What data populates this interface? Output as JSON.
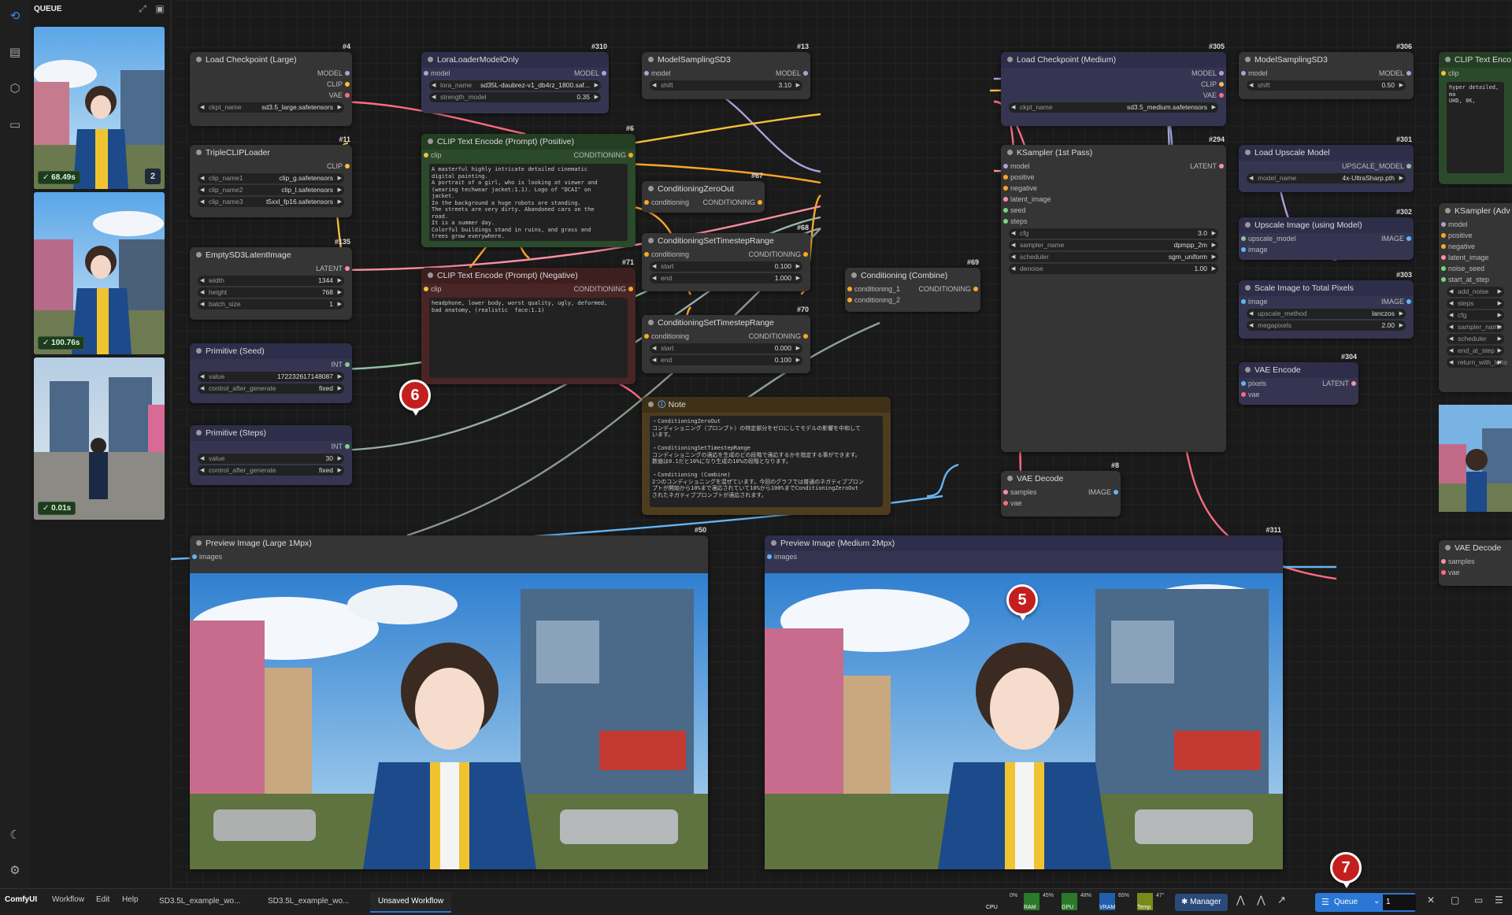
{
  "app": {
    "name": "ComfyUI"
  },
  "menu": [
    "Workflow",
    "Edit",
    "Help"
  ],
  "tabs": [
    "SD3.5L_example_wo...",
    "SD3.5L_example_wo...",
    "Unsaved Workflow"
  ],
  "queue_panel": {
    "title": "QUEUE",
    "items": [
      {
        "time": "68.49s",
        "count": "2"
      },
      {
        "time": "100.76s"
      },
      {
        "time": "0.01s"
      }
    ]
  },
  "nodes": {
    "n4": {
      "id": "#4",
      "title": "Load Checkpoint (Large)",
      "outputs": [
        "MODEL",
        "CLIP",
        "VAE"
      ],
      "widgets": [
        {
          "label": "ckpt_name",
          "value": "sd3.5_large.safetensors"
        }
      ]
    },
    "n310": {
      "id": "#310",
      "title": "LoraLoaderModelOnly",
      "inputs": [
        "model"
      ],
      "outputs": [
        "MODEL"
      ],
      "widgets": [
        {
          "label": "lora_name",
          "value": "sd35L-daubrez-v1_db4rz_1800.saf..."
        },
        {
          "label": "strength_model",
          "value": "0.35"
        }
      ]
    },
    "n13": {
      "id": "#13",
      "title": "ModelSamplingSD3",
      "inputs": [
        "model"
      ],
      "outputs": [
        "MODEL"
      ],
      "widgets": [
        {
          "label": "shift",
          "value": "3.10"
        }
      ]
    },
    "n11": {
      "id": "#11",
      "title": "TripleCLIPLoader",
      "outputs": [
        "CLIP"
      ],
      "widgets": [
        {
          "label": "clip_name1",
          "value": "clip_g.safetensors"
        },
        {
          "label": "clip_name2",
          "value": "clip_l.safetensors"
        },
        {
          "label": "clip_name3",
          "value": "t5xxl_fp16.safetensors"
        }
      ]
    },
    "n6": {
      "id": "#6",
      "title": "CLIP Text Encode (Prompt) (Positive)",
      "inputs": [
        "clip"
      ],
      "outputs": [
        "CONDITIONING"
      ],
      "text": "A masterful highly intricate detailed cinematic\ndigital painting.\nA portrait of a girl, who is looking at viewer and\n(wearing techwear jacket:1.1). Logo of \"DCAI\" on\njacket.\nIn the background a huge robots are standing.\nThe streets are very dirty. Abandoned cars on the\nroad.\nIt is a summer day.\nColorful buildings stand in ruins, and grass and\ntrees grow everywhere."
    },
    "n135": {
      "id": "#135",
      "title": "EmptySD3LatentImage",
      "outputs": [
        "LATENT"
      ],
      "widgets": [
        {
          "label": "width",
          "value": "1344"
        },
        {
          "label": "height",
          "value": "768"
        },
        {
          "label": "batch_size",
          "value": "1"
        }
      ]
    },
    "n71": {
      "id": "#71",
      "title": "CLIP Text Encode (Prompt) (Negative)",
      "inputs": [
        "clip"
      ],
      "outputs": [
        "CONDITIONING"
      ],
      "text": "headphone, lower body, worst quality, ugly, deformed,\nbad anatomy, (realistic  face:1.1)"
    },
    "seed": {
      "title": "Primitive (Seed)",
      "outputs": [
        "INT"
      ],
      "widgets": [
        {
          "label": "value",
          "value": "172232617148087"
        },
        {
          "label": "control_after_generate",
          "value": "fixed"
        }
      ]
    },
    "steps": {
      "title": "Primitive (Steps)",
      "outputs": [
        "INT"
      ],
      "widgets": [
        {
          "label": "value",
          "value": "30"
        },
        {
          "label": "control_after_generate",
          "value": "fixed"
        }
      ]
    },
    "n67": {
      "id": "#67",
      "title": "ConditioningZeroOut",
      "inputs": [
        "conditioning"
      ],
      "outputs": [
        "CONDITIONING"
      ]
    },
    "n68": {
      "id": "#68",
      "title": "ConditioningSetTimestepRange",
      "inputs": [
        "conditioning"
      ],
      "outputs": [
        "CONDITIONING"
      ],
      "widgets": [
        {
          "label": "start",
          "value": "0.100"
        },
        {
          "label": "end",
          "value": "1.000"
        }
      ]
    },
    "n70": {
      "id": "#70",
      "title": "ConditioningSetTimestepRange",
      "inputs": [
        "conditioning"
      ],
      "outputs": [
        "CONDITIONING"
      ],
      "widgets": [
        {
          "label": "start",
          "value": "0.000"
        },
        {
          "label": "end",
          "value": "0.100"
        }
      ]
    },
    "n69": {
      "id": "#69",
      "title": "Conditioning (Combine)",
      "inputs": [
        "conditioning_1",
        "conditioning_2"
      ],
      "outputs": [
        "CONDITIONING"
      ]
    },
    "note": {
      "title": "Note",
      "text": "・ConditioningZeroOut\nコンディショニング（プロンプト）の特定部分をゼロにしてモデルの影響を中和して\nいます。\n\n・ConditioningSetTimestepRange\nコンディショニングの適応を生成のどの段階で適応するかを指定する事ができます。\n数値は0.1だと10%になり生成の10%の段階となります。\n\n・Conditioning (Combine)\n2つのコンディショニングを混ぜています。今回のグラフでは普通のネガティブプロン\nプトが開始から10%まで適応されていて10%から100%までConditioningZeroOut\nされたネガティブプロンプトが適応されます。"
    },
    "n305": {
      "id": "#305",
      "title": "Load Checkpoint (Medium)",
      "outputs": [
        "MODEL",
        "CLIP",
        "VAE"
      ],
      "widgets": [
        {
          "label": "ckpt_name",
          "value": "sd3.5_medium.safetensors"
        }
      ]
    },
    "n306": {
      "id": "#306",
      "title": "ModelSamplingSD3",
      "inputs": [
        "model"
      ],
      "outputs": [
        "MODEL"
      ],
      "widgets": [
        {
          "label": "shift",
          "value": "0.50"
        }
      ]
    },
    "n294": {
      "id": "#294",
      "title": "KSampler (1st Pass)",
      "inputs": [
        "model",
        "positive",
        "negative",
        "latent_image",
        "seed",
        "steps"
      ],
      "outputs": [
        "LATENT"
      ],
      "widgets": [
        {
          "label": "cfg",
          "value": "3.0"
        },
        {
          "label": "sampler_name",
          "value": "dpmpp_2m"
        },
        {
          "label": "scheduler",
          "value": "sgm_uniform"
        },
        {
          "label": "denoise",
          "value": "1.00"
        }
      ]
    },
    "n301": {
      "id": "#301",
      "title": "Load Upscale Model",
      "outputs": [
        "UPSCALE_MODEL"
      ],
      "widgets": [
        {
          "label": "model_name",
          "value": "4x-UltraSharp.pth"
        }
      ]
    },
    "n302": {
      "id": "#302",
      "title": "Upscale Image (using Model)",
      "inputs": [
        "upscale_model",
        "image"
      ],
      "outputs": [
        "IMAGE"
      ]
    },
    "n303": {
      "id": "#303",
      "title": "Scale Image to Total Pixels",
      "inputs": [
        "image"
      ],
      "outputs": [
        "IMAGE"
      ],
      "widgets": [
        {
          "label": "upscale_method",
          "value": "lanczos"
        },
        {
          "label": "megapixels",
          "value": "2.00"
        }
      ]
    },
    "n304": {
      "id": "#304",
      "title": "VAE Encode",
      "inputs": [
        "pixels",
        "vae"
      ],
      "outputs": [
        "LATENT"
      ]
    },
    "n8": {
      "id": "#8",
      "title": "VAE Decode",
      "inputs": [
        "samples",
        "vae"
      ],
      "outputs": [
        "IMAGE"
      ]
    },
    "clip_r": {
      "title": "CLIP Text Enco",
      "inputs": [
        "clip"
      ],
      "text": "hyper detailed, ma\nUHD, 8K,"
    },
    "ks2": {
      "title": "KSampler (Adv",
      "inputs": [
        "model",
        "positive",
        "negative",
        "latent_image",
        "noise_seed",
        "start_at_step"
      ],
      "widgets": [
        "add_noise",
        "steps",
        "cfg",
        "sampler_name",
        "scheduler",
        "end_at_step",
        "return_with_lefto"
      ]
    },
    "vae_r": {
      "title": "VAE Decode",
      "inputs": [
        "samples",
        "vae"
      ]
    },
    "n50": {
      "id": "#50",
      "title": "Preview Image (Large 1Mpx)",
      "inputs": [
        "images"
      ]
    },
    "n311": {
      "id": "#311",
      "title": "Preview Image (Medium 2Mpx)",
      "inputs": [
        "images"
      ]
    }
  },
  "markers": [
    "5",
    "6",
    "7"
  ],
  "status": {
    "cpu": {
      "label": "CPU",
      "value": "0%"
    },
    "ram": {
      "label": "RAM",
      "value": "45%"
    },
    "gpu": {
      "label": "GPU",
      "value": "48%"
    },
    "vram": {
      "label": "VRAM",
      "value": "65%"
    },
    "temp": {
      "label": "Temp",
      "value": "47°"
    }
  },
  "manager_label": "Manager",
  "queue_button": {
    "label": "Queue",
    "count": "1"
  },
  "colors": {
    "accent": "#2b77d6",
    "marker": "#c41f1f",
    "positive": "#2b4a2b",
    "negative": "#4a2525",
    "note": "#4d3d1e",
    "purple": "#353552"
  }
}
